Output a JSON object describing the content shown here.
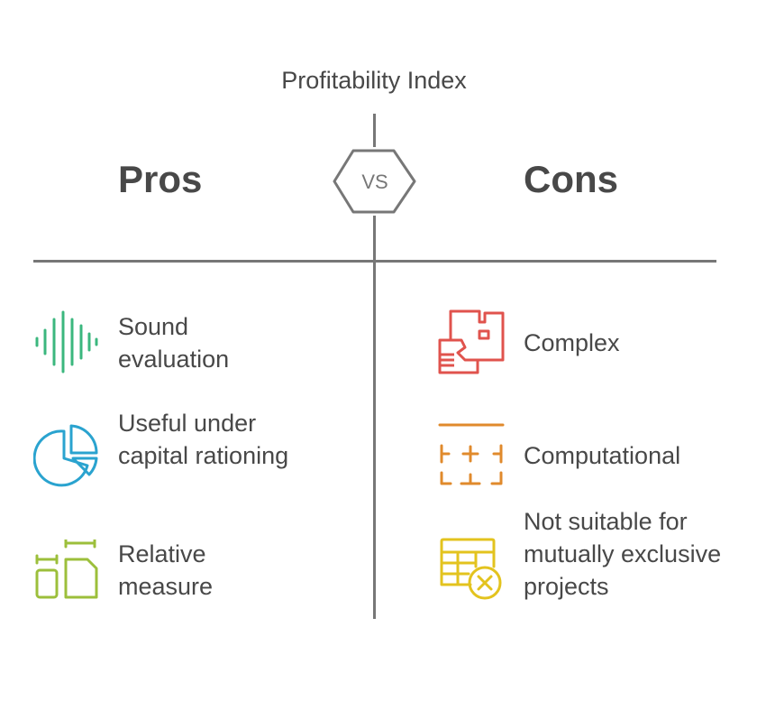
{
  "title": "Profitability Index",
  "vs_label": "VS",
  "pros": {
    "heading": "Pros",
    "items": [
      {
        "label": "Sound evaluation",
        "icon": "sound-wave-icon",
        "color": "#3bb77e"
      },
      {
        "label": "Useful under capital rationing",
        "icon": "pie-chart-icon",
        "color": "#2aa3cf"
      },
      {
        "label": "Relative measure",
        "icon": "relative-measure-icon",
        "color": "#9cbf3b"
      }
    ]
  },
  "cons": {
    "heading": "Cons",
    "items": [
      {
        "label": "Complex",
        "icon": "floor-plan-icon",
        "color": "#e0534d"
      },
      {
        "label": "Computational",
        "icon": "calculation-grid-icon",
        "color": "#e08a2c"
      },
      {
        "label": "Not suitable for mutually exclusive projects",
        "icon": "table-cross-icon",
        "color": "#e3c31e"
      }
    ]
  },
  "colors": {
    "text": "#484848",
    "divider": "#777777"
  }
}
